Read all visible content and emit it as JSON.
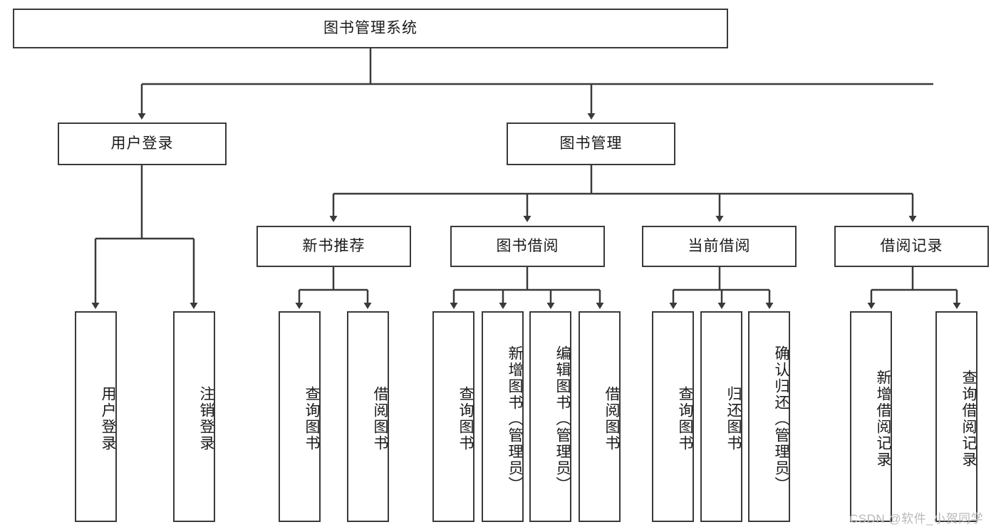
{
  "diagram": {
    "title": "图书管理系统",
    "type": "tree-hierarchy",
    "colors": {
      "box_border": "#3a3a3a",
      "box_fill": "#ffffff",
      "edge": "#3a3a3a",
      "text": "#1a1a1a",
      "watermark": "#b9b9b9",
      "background": "#ffffff"
    },
    "watermark": "CSDN @软件_小贺同学",
    "nodes": {
      "root": {
        "label": "图书管理系统"
      },
      "level2": [
        {
          "label": "用户登录"
        },
        {
          "label": "图书管理"
        }
      ],
      "level3": [
        {
          "label": "新书推荐"
        },
        {
          "label": "图书借阅"
        },
        {
          "label": "当前借阅"
        },
        {
          "label": "借阅记录"
        }
      ],
      "leaves": {
        "user_login": [
          {
            "label": "用户登录"
          },
          {
            "label": "注销登录"
          }
        ],
        "new_book": [
          {
            "label": "查询图书"
          },
          {
            "label": "借阅图书"
          }
        ],
        "book_borrow": [
          {
            "label": "查询图书"
          },
          {
            "label": "新增图书（管理员）"
          },
          {
            "label": "编辑图书（管理员）"
          },
          {
            "label": "借阅图书"
          }
        ],
        "current_borrow": [
          {
            "label": "查询图书"
          },
          {
            "label": "归还图书"
          },
          {
            "label": "确认归还（管理员）"
          }
        ],
        "borrow_record": [
          {
            "label": "新增借阅记录"
          },
          {
            "label": "查询借阅记录"
          }
        ]
      }
    }
  }
}
